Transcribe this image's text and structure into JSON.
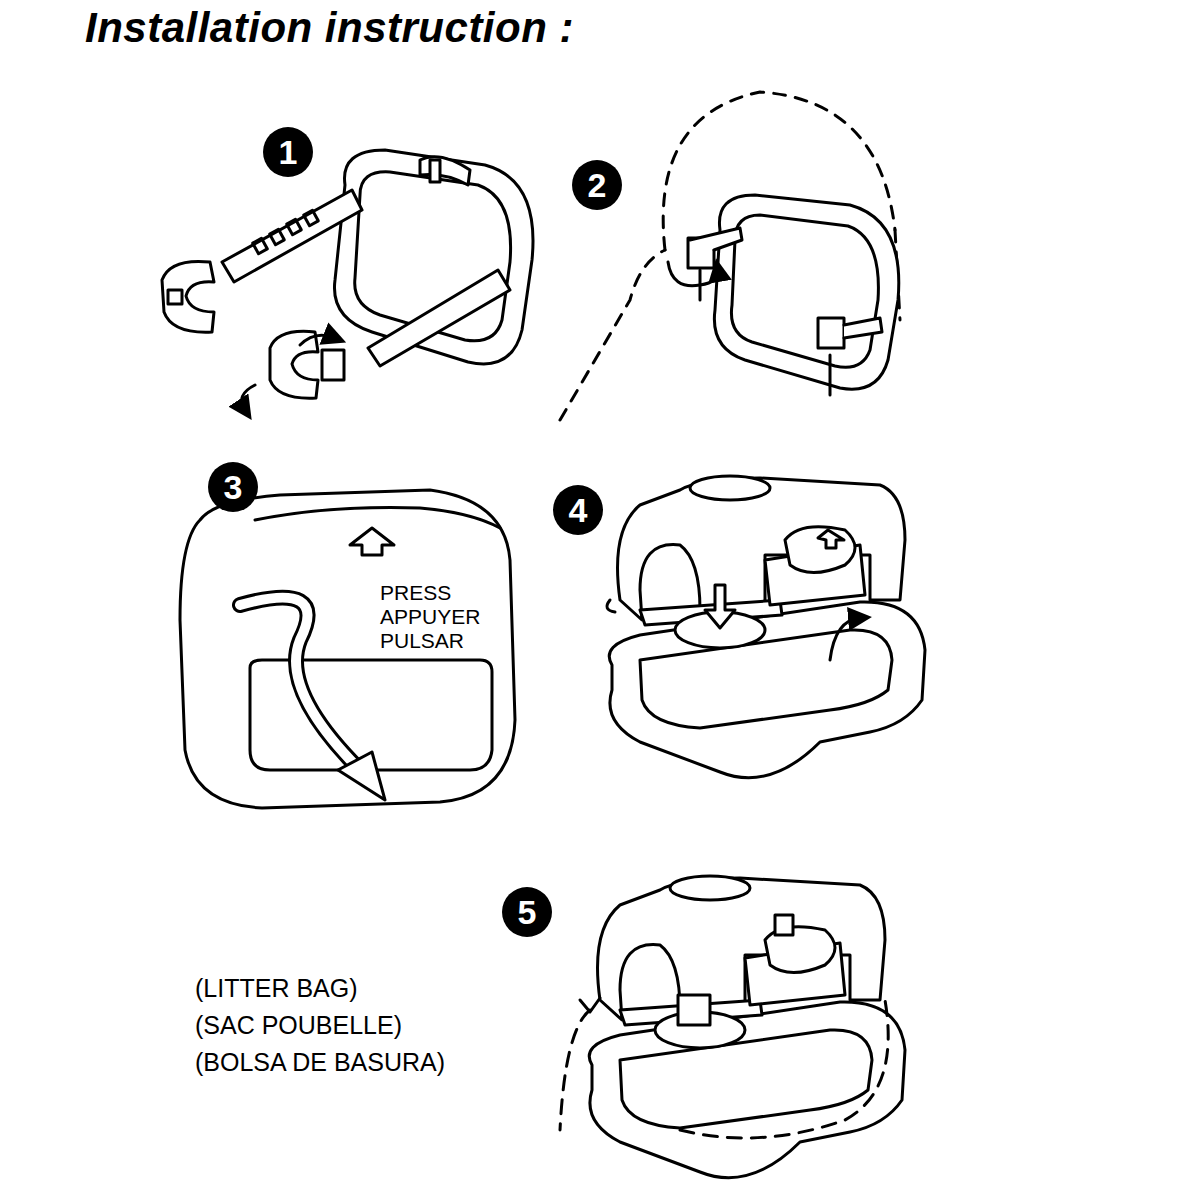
{
  "diagram": {
    "title": "Installation instruction :",
    "nodes": [
      {
        "text": [
          "1"
        ]
      },
      {
        "text": [
          "2"
        ]
      },
      {
        "text": [
          "3"
        ]
      },
      {
        "text": [
          "4"
        ]
      },
      {
        "text": [
          "5"
        ]
      }
    ],
    "labels": [
      "PRESS",
      "APPUYER",
      "PULSAR",
      "(LITTER BAG)",
      "(SAC POUBELLE)",
      "(BOLSA DE BASURA)"
    ]
  }
}
